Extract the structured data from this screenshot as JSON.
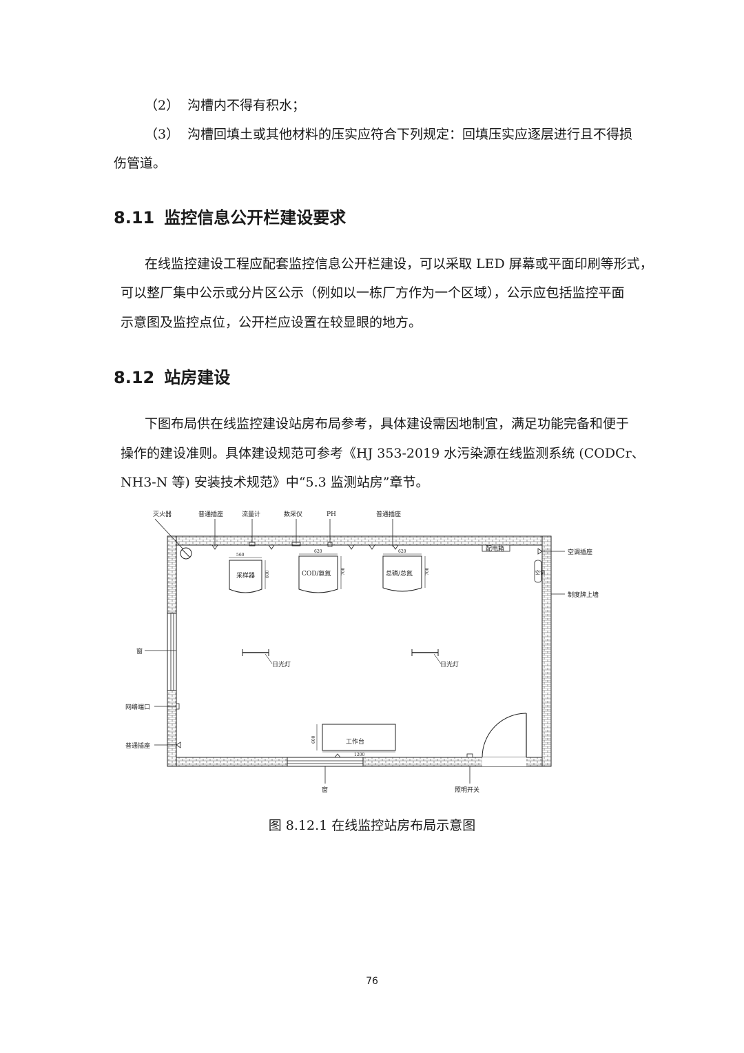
{
  "list_items": [
    {
      "num": "（2）",
      "text": "沟槽内不得有积水；"
    },
    {
      "num": "（3）",
      "text": "沟槽回填土或其他材料的压实应符合下列规定：回填压实应逐层进行且不得损",
      "continuation": "伤管道。"
    }
  ],
  "section_8_11": {
    "number": "8.11",
    "title": "监控信息公开栏建设要求",
    "lines": [
      "在线监控建设工程应配套监控信息公开栏建设，可以采取 LED 屏幕或平面印刷等形式，",
      "可以整厂集中公示或分片区公示（例如以一栋厂方作为一个区域），公示应包括监控平面",
      "示意图及监控点位，公开栏应设置在较显眼的地方。"
    ]
  },
  "section_8_12": {
    "number": "8.12",
    "title": "站房建设",
    "lines": [
      "下图布局供在线监控建设站房布局参考，具体建设需因地制宜，满足功能完备和便于",
      "操作的建设准则。具体建设规范可参考《HJ 353-2019 水污染源在线监测系统  (CODCr、",
      "NH3-N 等) 安装技术规范》中“5.3 监测站房”章节。"
    ]
  },
  "floorplan": {
    "labels": {
      "extinguisher": "灭火器",
      "socket_top_left": "普通插座",
      "flowmeter": "流量计",
      "data_logger": "数采仪",
      "ph": "PH",
      "socket_top_right": "普通插座",
      "distribution_box": "配电箱",
      "ac_socket": "空调插座",
      "ac_box": "空调",
      "rules_board": "制度牌上墙",
      "window_left": "窗",
      "network_port": "网络端口",
      "socket_left": "普通插座",
      "fluorescent_left": "日光灯",
      "fluorescent_right": "日光灯",
      "workbench": "工作台",
      "window_bottom": "窗",
      "light_switch": "照明开关"
    },
    "equipment": [
      {
        "name": "采样器",
        "width": "560",
        "depth": "600"
      },
      {
        "name": "COD/氨氮",
        "width": "620",
        "depth": "700"
      },
      {
        "name": "总磷/总氮",
        "width": "620",
        "depth": "700"
      }
    ],
    "workbench_dims": {
      "width": "1200",
      "depth": "600"
    }
  },
  "caption": "图 8.12.1  在线监控站房布局示意图",
  "page_number": "76"
}
